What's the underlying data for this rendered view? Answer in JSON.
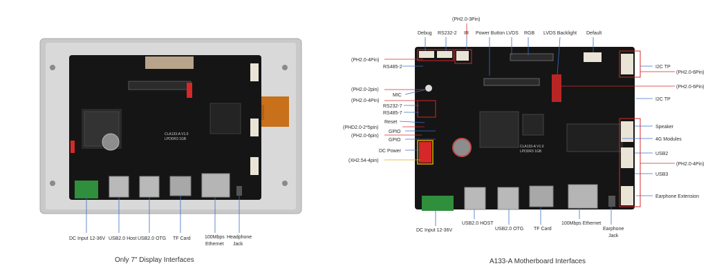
{
  "left_panel": {
    "caption": "Only 7\" Display Interfaces",
    "labels": {
      "dc_input": "DC Input 12-36V",
      "usb_host": "USB2.0 Host",
      "usb_otg": "USB2.0 OTG",
      "tf_card": "TF Card",
      "ethernet_line1": "100Mbps",
      "ethernet_line2": "Ethernet",
      "headphone_line1": "Headphone",
      "headphone_line2": "Jack"
    },
    "board_silkscreen_1": "CLA133-A V1.0",
    "board_silkscreen_2": "LPDDR3 1GB"
  },
  "right_panel": {
    "caption": "A133-A Motherboard Interfaces",
    "top_labels": {
      "ph20_3pin": "(PH2.0-3Pin)",
      "debug": "Debug",
      "rs232_2": "RS232-2",
      "ir": "IR",
      "power_button": "Power Button",
      "lvds": "LVDS",
      "rgb": "RGB",
      "lvds_backlight": "LVDS Backlight",
      "default": "Default"
    },
    "left_labels": {
      "ph20_4pin_a": "(PH2.0-4Pin)",
      "rs485_2": "RS485-2",
      "ph20_2pin": "(PH2.0-2pin)",
      "mic": "MIC",
      "ph20_4pin_b": "(PH2.0-4Pin)",
      "rs232_7": "RS232-7",
      "rs485_7": "RS485-7",
      "reset": "Reset",
      "phd20_2x5pin": "(PHD2.0-2*5pin)",
      "gpio_a": "GPIO",
      "ph20_6pin": "(PH2.0-6pin)",
      "gpio_b": "GPIO",
      "dc_power": "DC Power",
      "xh254_4pin": "(XH2.54-4pin)"
    },
    "right_labels": {
      "i2c_tp_a": "I2C TP",
      "ph20_6pin_a": "(PH2.0-6Pin)",
      "ph20_6pin_b": "(PH2.0-6Pin)",
      "i2c_tp_b": "I2C TP",
      "speaker": "Speaker",
      "modules_4g": "4G Modules",
      "usb2": "USB2",
      "ph20_4pin": "(PH2.0-4Pin)",
      "usb3": "USB3",
      "earphone_ext": "Earphone Extension"
    },
    "bottom_labels": {
      "dc_input": "DC Input 12-36V",
      "usb_host": "USB2.0 HOST",
      "usb_otg": "USB2.0 OTG",
      "tf_card": "TF Card",
      "ethernet": "100Mbps Ethernet",
      "earphone_line1": "Earphone",
      "earphone_line2": "Jack"
    },
    "board_silkscreen_1": "CLA133-A V1.0",
    "board_silkscreen_2": "LPDDR3 1GB"
  },
  "colors": {
    "pcb": "#151515",
    "frame": "#c9c9c9",
    "callout_line": "#3a6fc4",
    "highlight": "#d62828",
    "gpio_highlight": "#e0a800",
    "terminal_green": "#2f8f3c",
    "flex_orange": "#c8701a"
  }
}
